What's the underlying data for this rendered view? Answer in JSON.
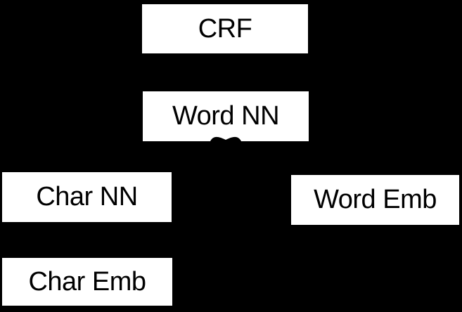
{
  "diagram": {
    "type": "block-diagram",
    "background_color": "#000000",
    "node_fill_color": "#ffffff",
    "node_text_color": "#000000",
    "nodes": [
      {
        "id": "crf",
        "label": "CRF"
      },
      {
        "id": "word-nn",
        "label": "Word NN"
      },
      {
        "id": "char-nn",
        "label": "Char NN"
      },
      {
        "id": "word-emb",
        "label": "Word Emb"
      },
      {
        "id": "char-emb",
        "label": "Char Emb"
      }
    ],
    "connectors": [
      {
        "id": "arrowhead-into-word-nn",
        "description": "curved black arrowhead tip visible at bottom center of Word NN box, pointing up into the box"
      }
    ]
  }
}
